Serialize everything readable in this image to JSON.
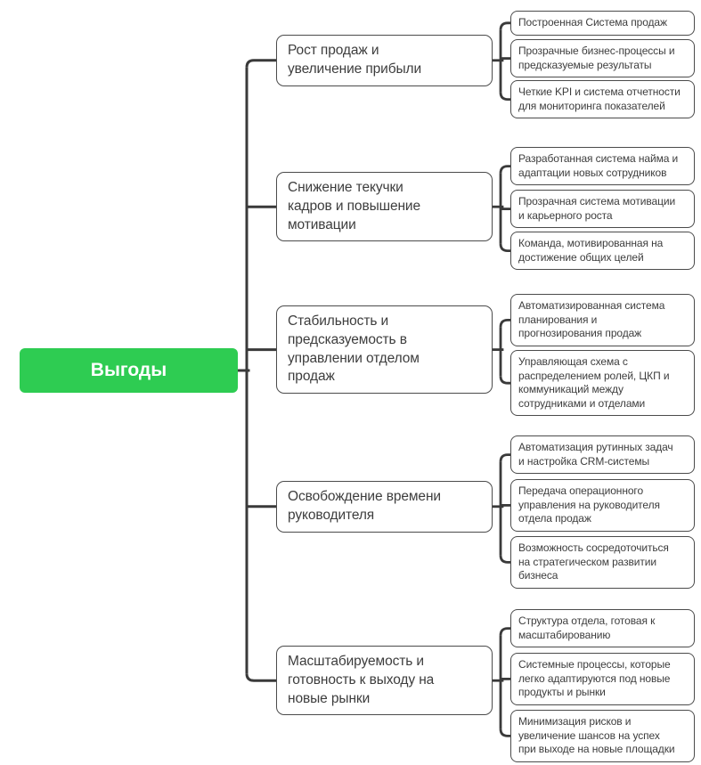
{
  "root": {
    "label": "Выгоды"
  },
  "branches": [
    {
      "label": "Рост продаж и\nувеличение прибыли",
      "leaves": [
        "Построенная Система продаж",
        "Прозрачные бизнес-процессы и\nпредсказуемые результаты",
        "Четкие KPI и система отчетности\nдля мониторинга показателей"
      ]
    },
    {
      "label": "Снижение текучки\nкадров и повышение\nмотивации",
      "leaves": [
        "Разработанная система найма и\nадаптации новых сотрудников",
        "Прозрачная система мотивации\nи карьерного роста",
        "Команда, мотивированная на\nдостижение общих целей"
      ]
    },
    {
      "label": "Стабильность и\nпредсказуемость в\nуправлении отделом\nпродаж",
      "leaves": [
        "Автоматизированная система\nпланирования и\nпрогнозирования продаж",
        "Управляющая схема с\nраспределением ролей, ЦКП и\nкоммуникаций между\nсотрудниками и отделами"
      ]
    },
    {
      "label": "Освобождение времени\nруководителя",
      "leaves": [
        "Автоматизация рутинных задач\nи настройка CRM-системы",
        "Передача операционного\nуправления на руководителя\nотдела продаж",
        "Возможность сосредоточиться\nна стратегическом развитии\nбизнеса"
      ]
    },
    {
      "label": "Масштабируемость и\nготовность к выходу на\nновые рынки",
      "leaves": [
        "Структура отдела, готовая к\nмасштабированию",
        "Системные процессы, которые\nлегко адаптируются под новые\nпродукты и рынки",
        "Минимизация рисков и\nувеличение шансов на успех\nпри выходе на новые площадки"
      ]
    }
  ],
  "colors": {
    "root_bg": "#2ecc52",
    "root_text": "#ffffff",
    "node_bg": "#ffffff",
    "node_border": "#4b4b4b",
    "node_text": "#3d3d3d",
    "connector": "#3a3a3a",
    "canvas_bg": "#ffffff"
  }
}
